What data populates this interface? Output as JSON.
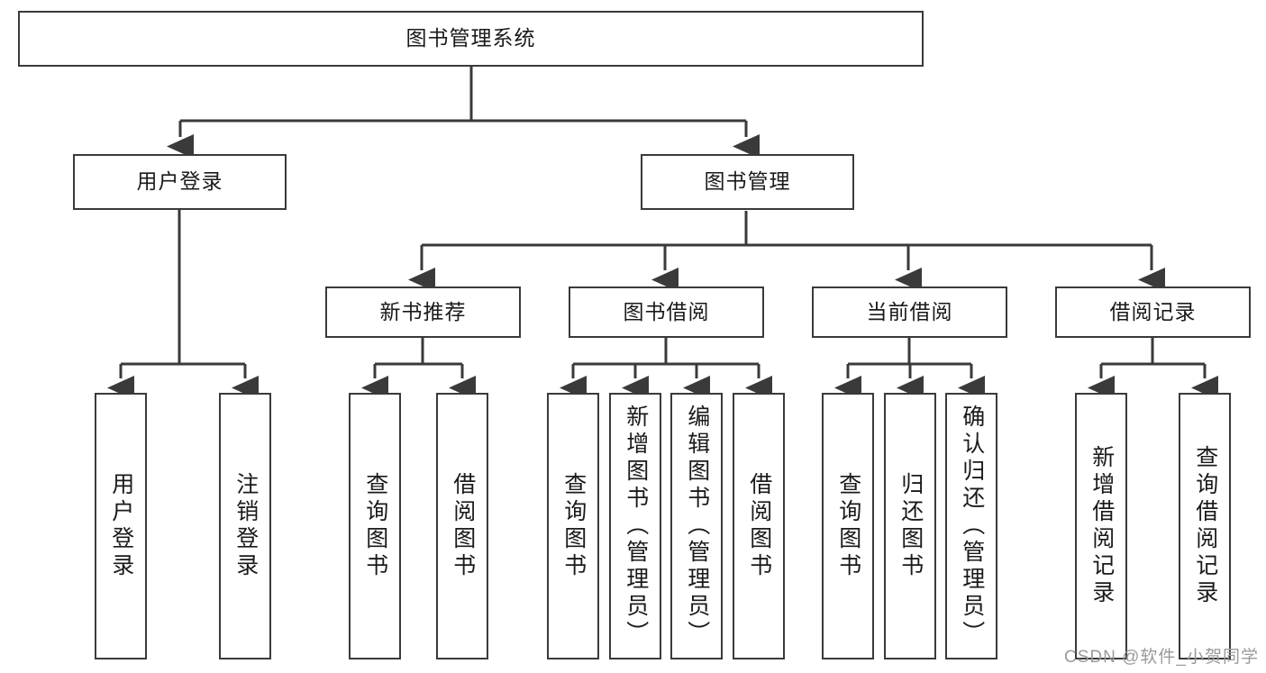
{
  "diagram": {
    "title": "图书管理系统",
    "type": "hierarchy-tree",
    "stroke_color": "#3a3a3a",
    "background_color": "#ffffff",
    "levels": [
      {
        "level": 1,
        "nodes": [
          {
            "id": "root",
            "label": "图书管理系统",
            "orientation": "horizontal"
          }
        ]
      },
      {
        "level": 2,
        "nodes": [
          {
            "id": "login",
            "label": "用户登录",
            "orientation": "horizontal",
            "parent": "root"
          },
          {
            "id": "bookmgmt",
            "label": "图书管理",
            "orientation": "horizontal",
            "parent": "root"
          }
        ]
      },
      {
        "level": 3,
        "nodes": [
          {
            "id": "newbook",
            "label": "新书推荐",
            "orientation": "horizontal",
            "parent": "bookmgmt"
          },
          {
            "id": "borrow",
            "label": "图书借阅",
            "orientation": "horizontal",
            "parent": "bookmgmt"
          },
          {
            "id": "current",
            "label": "当前借阅",
            "orientation": "horizontal",
            "parent": "bookmgmt"
          },
          {
            "id": "records",
            "label": "借阅记录",
            "orientation": "horizontal",
            "parent": "bookmgmt"
          }
        ]
      },
      {
        "level": 4,
        "nodes": [
          {
            "id": "leaf1",
            "label": "用户登录",
            "orientation": "vertical",
            "parent": "login"
          },
          {
            "id": "leaf2",
            "label": "注销登录",
            "orientation": "vertical",
            "parent": "login"
          },
          {
            "id": "leaf3",
            "label": "查询图书",
            "orientation": "vertical",
            "parent": "newbook"
          },
          {
            "id": "leaf4",
            "label": "借阅图书",
            "orientation": "vertical",
            "parent": "newbook"
          },
          {
            "id": "leaf5",
            "label": "查询图书",
            "orientation": "vertical",
            "parent": "borrow"
          },
          {
            "id": "leaf6",
            "label": "新增图书（管理员）",
            "orientation": "vertical",
            "parent": "borrow"
          },
          {
            "id": "leaf7",
            "label": "编辑图书（管理员）",
            "orientation": "vertical",
            "parent": "borrow"
          },
          {
            "id": "leaf8",
            "label": "借阅图书",
            "orientation": "vertical",
            "parent": "borrow"
          },
          {
            "id": "leaf9",
            "label": "查询图书",
            "orientation": "vertical",
            "parent": "current"
          },
          {
            "id": "leaf10",
            "label": "归还图书",
            "orientation": "vertical",
            "parent": "current"
          },
          {
            "id": "leaf11",
            "label": "确认归还（管理员）",
            "orientation": "vertical",
            "parent": "current"
          },
          {
            "id": "leaf12",
            "label": "新增借阅记录",
            "orientation": "vertical",
            "parent": "records"
          },
          {
            "id": "leaf13",
            "label": "查询借阅记录",
            "orientation": "vertical",
            "parent": "records"
          }
        ]
      }
    ]
  },
  "watermark": {
    "text": "CSDN @软件_小贺同学",
    "color": "#9a9a9a"
  }
}
